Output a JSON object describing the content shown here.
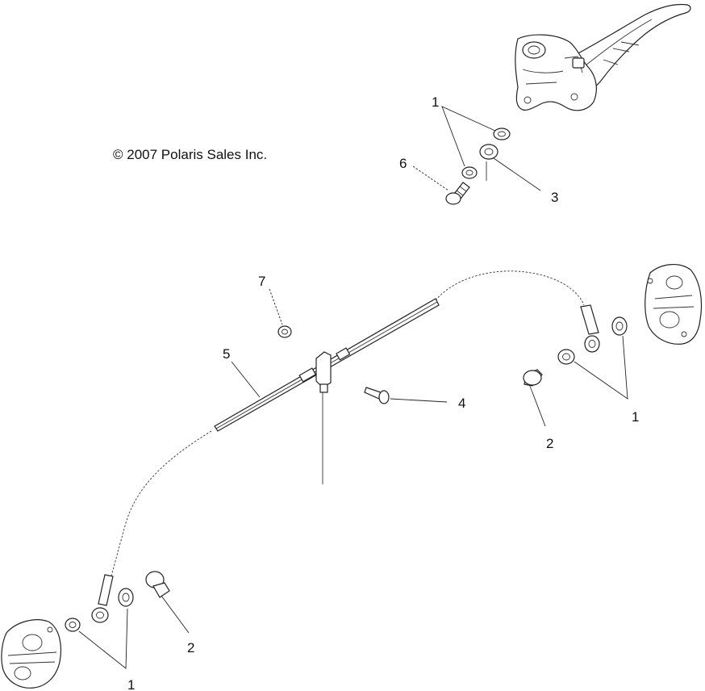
{
  "copyright": "© 2007 Polaris Sales Inc.",
  "callouts": {
    "top_washer": "1",
    "top_bolt": "6",
    "top_spacer": "3",
    "center_nut": "7",
    "cable": "5",
    "clip_screw": "4",
    "right_bolt": "2",
    "right_washers": "1",
    "left_bolt": "2",
    "left_washers": "1"
  },
  "icons": {
    "master_cylinder": "brake-master-cylinder-lever-icon",
    "right_caliper": "brake-caliper-icon",
    "left_caliper": "brake-caliper-icon"
  }
}
